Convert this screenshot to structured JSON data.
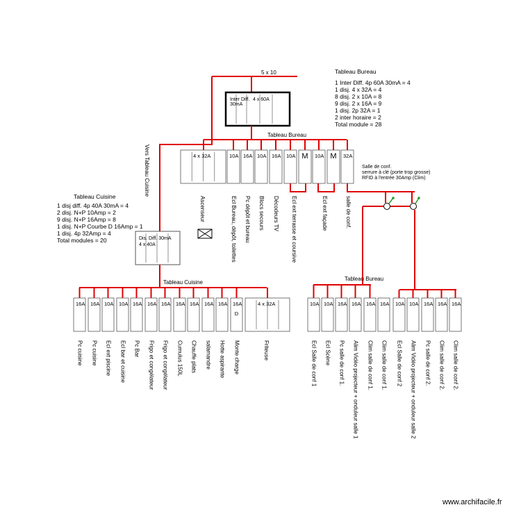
{
  "colors": {
    "wire": "#e00000",
    "breaker_stroke": "#555555",
    "text": "#000000",
    "switch_green": "#2a9d2a"
  },
  "main": {
    "feed_label": "5 x 10",
    "note": {
      "title": "Tableau Bureau",
      "lines": [
        "1 Inter Diff. 4p  60A 30mA = 4",
        "1 disj. 4 x 32A = 4",
        "8 disj. 2 x 10A = 8",
        "9 disj. 2 x 16A = 9",
        "1 disj. 2p 32A = 1",
        "2 inter horaire = 2",
        "Total module = 28"
      ]
    },
    "inter_diff": {
      "label_a": "Inter Diff.",
      "label_b": "30mA",
      "label_c": "4 x 60A"
    },
    "vers_label": "Vers Tableau Cuisine"
  },
  "bureau": {
    "title": "Tableau Bureau",
    "note_lines": [
      "Salle de conf.",
      "serrure à clé (porte trop grosse)",
      "RFID à l'entrée 30Amp (Clim)"
    ],
    "breakers": [
      {
        "label": "4 x 32A",
        "caption": "Ascenseur"
      },
      {
        "label": "10A",
        "caption": "Ecl Bureau, dépôt, toilettes"
      },
      {
        "label": "16A",
        "caption": "Pc dépôt et bureau"
      },
      {
        "label": "10A",
        "caption": "Blocs secours"
      },
      {
        "label": "16A",
        "caption": "Décodeurs TV"
      },
      {
        "label": "10A",
        "caption": "Ecl ext terrasse et coursive"
      },
      {
        "label": "M",
        "caption": ""
      },
      {
        "label": "10A",
        "caption": "Ecl ext façade"
      },
      {
        "label": "M",
        "caption": ""
      },
      {
        "label": "32A",
        "caption": "salle de conf."
      }
    ]
  },
  "cuisine": {
    "note": {
      "title": "Tableau Cuisine",
      "lines": [
        "1 disj diff. 4p  40A 30mA = 4",
        "2 disj. N+P 10Amp = 2",
        "9 disj. N+P 16Amp = 8",
        "1 disj. N+P Courbe D 16Amp = 1",
        "1 disj. 4p 32Amp = 4",
        "Total modules = 20"
      ]
    },
    "diff": {
      "label_a": "Dis. Diff. 30mA",
      "label_b": "4 x 40A"
    },
    "title": "Tableau Cuisine",
    "breakers": [
      {
        "label": "16A",
        "caption": "Pc cuisine"
      },
      {
        "label": "16A",
        "caption": "Pc cuisine"
      },
      {
        "label": "10A",
        "caption": "Ecl ext piscine"
      },
      {
        "label": "10A",
        "caption": "Ecl bar et cuisine"
      },
      {
        "label": "16A",
        "caption": "Pc Bar"
      },
      {
        "label": "16A",
        "caption": "Frigo et congélateur"
      },
      {
        "label": "16A",
        "caption": "Frigo et congélateur"
      },
      {
        "label": "16A",
        "caption": "Cumulus 150L"
      },
      {
        "label": "16A",
        "caption": "Chauffe plats"
      },
      {
        "label": "16A",
        "caption": "salamandre"
      },
      {
        "label": "16A",
        "caption": "Hotte aspirante"
      },
      {
        "label": "16A",
        "label2": "D",
        "caption": "Monte charge"
      },
      {
        "label": "4 x 32A",
        "caption": "Friteuse"
      }
    ]
  },
  "conf": {
    "title": "Tableau Bureau",
    "breakers": [
      {
        "label": "10A",
        "caption": "Ecl Salle de conf 1"
      },
      {
        "label": "10A",
        "caption": "Ecl Scène"
      },
      {
        "label": "16A",
        "caption": "Pc salle de conf 1."
      },
      {
        "label": "16A",
        "caption": "Alim Vidéo projecteur + onduleur salle 1"
      },
      {
        "label": "16A",
        "caption": "Clim salle de conf 1."
      },
      {
        "label": "16A",
        "caption": "Clim salle de conf 1."
      },
      {
        "label": "10A",
        "caption": "Ecl Salle de conf 2"
      },
      {
        "label": "10A",
        "caption": "Alim Vidéo projecteur + onduleur salle 2"
      },
      {
        "label": "16A",
        "caption": "Pc salle de conf 2."
      },
      {
        "label": "16A",
        "caption": "Clim salle de conf 2."
      },
      {
        "label": "16A",
        "caption": "Clim salle de conf 2."
      }
    ]
  },
  "watermark": "www.archifacile.fr"
}
